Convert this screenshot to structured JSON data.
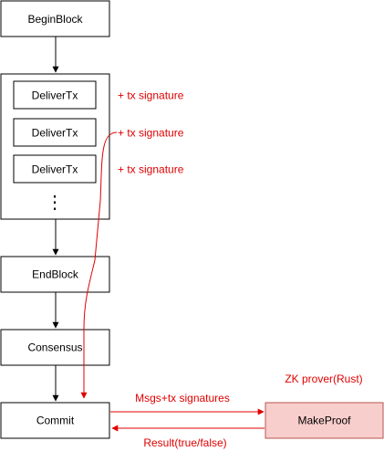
{
  "flow": {
    "begin_block": "BeginBlock",
    "deliver_tx": [
      "DeliverTx",
      "DeliverTx",
      "DeliverTx"
    ],
    "ellipsis": "⋮",
    "end_block": "EndBlock",
    "consensus": "Consensus",
    "commit": "Commit"
  },
  "annotations": {
    "tx_signature": [
      "+ tx signature",
      "+ tx signature",
      "+ tx signature"
    ]
  },
  "prover": {
    "title": "ZK prover(Rust)",
    "box_label": "MakeProof"
  },
  "edges": {
    "request_label": "Msgs+tx signatures",
    "response_label": "Result(true/false)"
  },
  "colors": {
    "stroke": "#000000",
    "accent": "#e00000",
    "prover_fill": "#f8cecc",
    "prover_stroke": "#b85450"
  }
}
